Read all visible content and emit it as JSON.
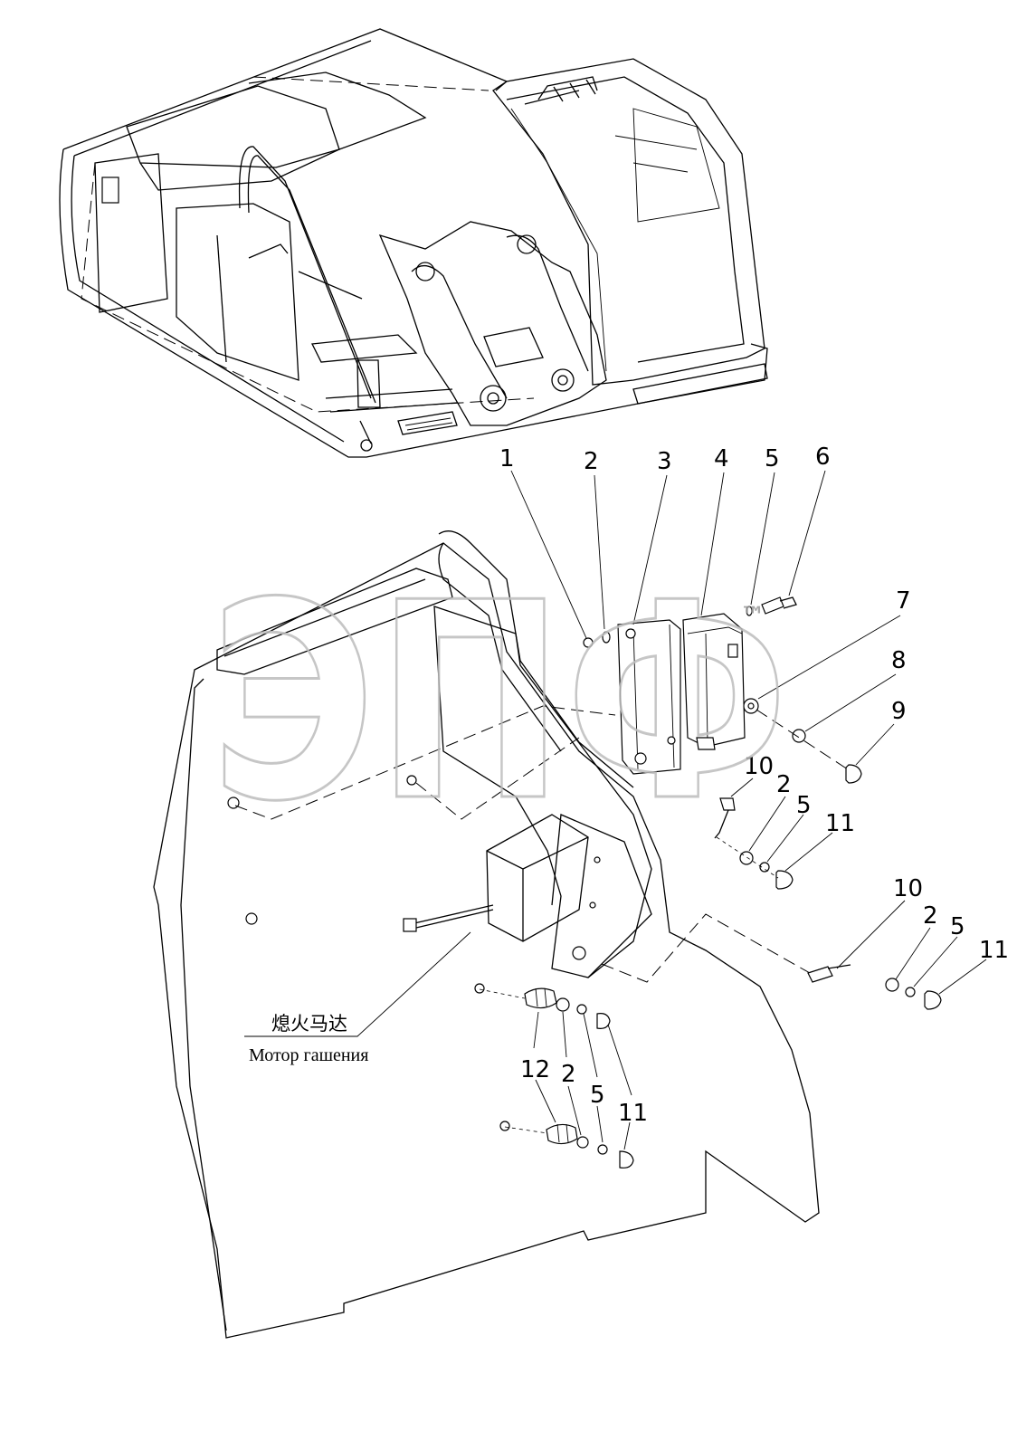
{
  "callouts": [
    {
      "id": "1",
      "label": "1"
    },
    {
      "id": "2",
      "label": "2"
    },
    {
      "id": "3",
      "label": "3"
    },
    {
      "id": "4",
      "label": "4"
    },
    {
      "id": "5",
      "label": "5"
    },
    {
      "id": "6",
      "label": "6"
    },
    {
      "id": "7",
      "label": "7"
    },
    {
      "id": "8",
      "label": "8"
    },
    {
      "id": "9",
      "label": "9"
    },
    {
      "id": "10a",
      "label": "10"
    },
    {
      "id": "2b",
      "label": "2"
    },
    {
      "id": "5b",
      "label": "5"
    },
    {
      "id": "11a",
      "label": "11"
    },
    {
      "id": "10b",
      "label": "10"
    },
    {
      "id": "2c",
      "label": "2"
    },
    {
      "id": "5c",
      "label": "5"
    },
    {
      "id": "11b",
      "label": "11"
    },
    {
      "id": "12",
      "label": "12"
    },
    {
      "id": "2d",
      "label": "2"
    },
    {
      "id": "5d",
      "label": "5"
    },
    {
      "id": "11c",
      "label": "11"
    }
  ],
  "annotation": {
    "chinese": "熄火马达",
    "russian": "Мотор гашения"
  },
  "watermark": {
    "text": "ЭПФ",
    "trademark": "™"
  }
}
